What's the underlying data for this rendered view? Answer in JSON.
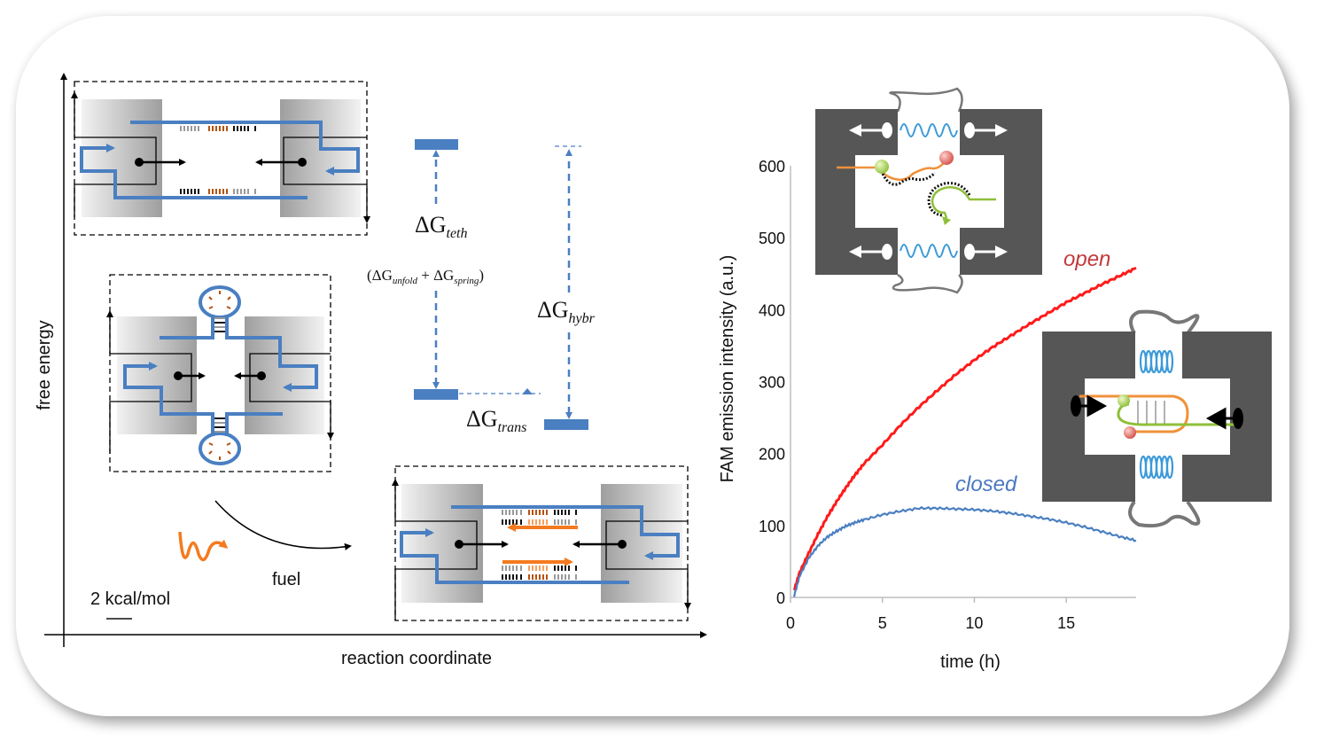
{
  "energy_diagram": {
    "y_axis_label": "free energy",
    "x_axis_label": "reaction coordinate",
    "scale_bar_label": "2 kcal/mol",
    "fuel_label": "fuel",
    "labels": {
      "dG_teth_main": "ΔG",
      "dG_teth_sub": "teth",
      "dG_teth_paren_open": "(ΔG",
      "dG_unfold_sub": "unfold",
      "dG_plus": " + ΔG",
      "dG_spring_sub": "spring",
      "dG_paren_close": ")",
      "dG_hybr_main": "ΔG",
      "dG_hybr_sub": "hybr",
      "dG_trans_main": "ΔG",
      "dG_trans_sub": "trans"
    },
    "states": [
      {
        "name": "tethered-open",
        "level": "high"
      },
      {
        "name": "hairpin-closed",
        "level": "middle"
      },
      {
        "name": "fuel-hybridized",
        "level": "low"
      }
    ],
    "colors": {
      "strand": "#4a7fc1",
      "level_bar": "#4a7fc1",
      "fuel": "#f47a1f",
      "bases_brown": "#b5520f",
      "bases_gray": "#9a9a9a",
      "bases_black": "#111111"
    }
  },
  "chart_data": {
    "type": "line",
    "title": "",
    "xlabel": "time (h)",
    "ylabel": "FAM emission intensity (a.u.)",
    "xlim": [
      0,
      18.8
    ],
    "ylim": [
      0,
      600
    ],
    "x_ticks": [
      "0",
      "5",
      "10",
      "15"
    ],
    "y_ticks": [
      "0",
      "100",
      "200",
      "300",
      "400",
      "500",
      "600"
    ],
    "grid": false,
    "series": [
      {
        "name": "open",
        "color": "#ff1a1a",
        "label_color": "#c23a3c",
        "x": [
          0.2,
          0.5,
          1,
          1.5,
          2,
          2.5,
          3,
          3.5,
          4,
          5,
          6,
          7,
          8,
          9,
          10,
          11,
          12,
          13,
          14,
          15,
          16,
          17,
          18,
          18.8
        ],
        "y": [
          10,
          35,
          62,
          88,
          112,
          133,
          152,
          170,
          186,
          212,
          240,
          265,
          288,
          310,
          330,
          348,
          364,
          380,
          395,
          410,
          423,
          436,
          448,
          458
        ]
      },
      {
        "name": "closed",
        "color": "#4a7fc1",
        "label_color": "#4a78c0",
        "x": [
          0.2,
          0.5,
          1,
          1.5,
          2,
          2.5,
          3,
          3.5,
          4,
          5,
          6,
          7,
          8,
          9,
          10,
          11,
          12,
          13,
          14,
          15,
          16,
          17,
          18,
          18.8
        ],
        "y": [
          2,
          30,
          55,
          72,
          84,
          92,
          99,
          104,
          108,
          115,
          120,
          124,
          124,
          123,
          122,
          120,
          117,
          113,
          109,
          104,
          98,
          91,
          84,
          79
        ]
      }
    ]
  }
}
